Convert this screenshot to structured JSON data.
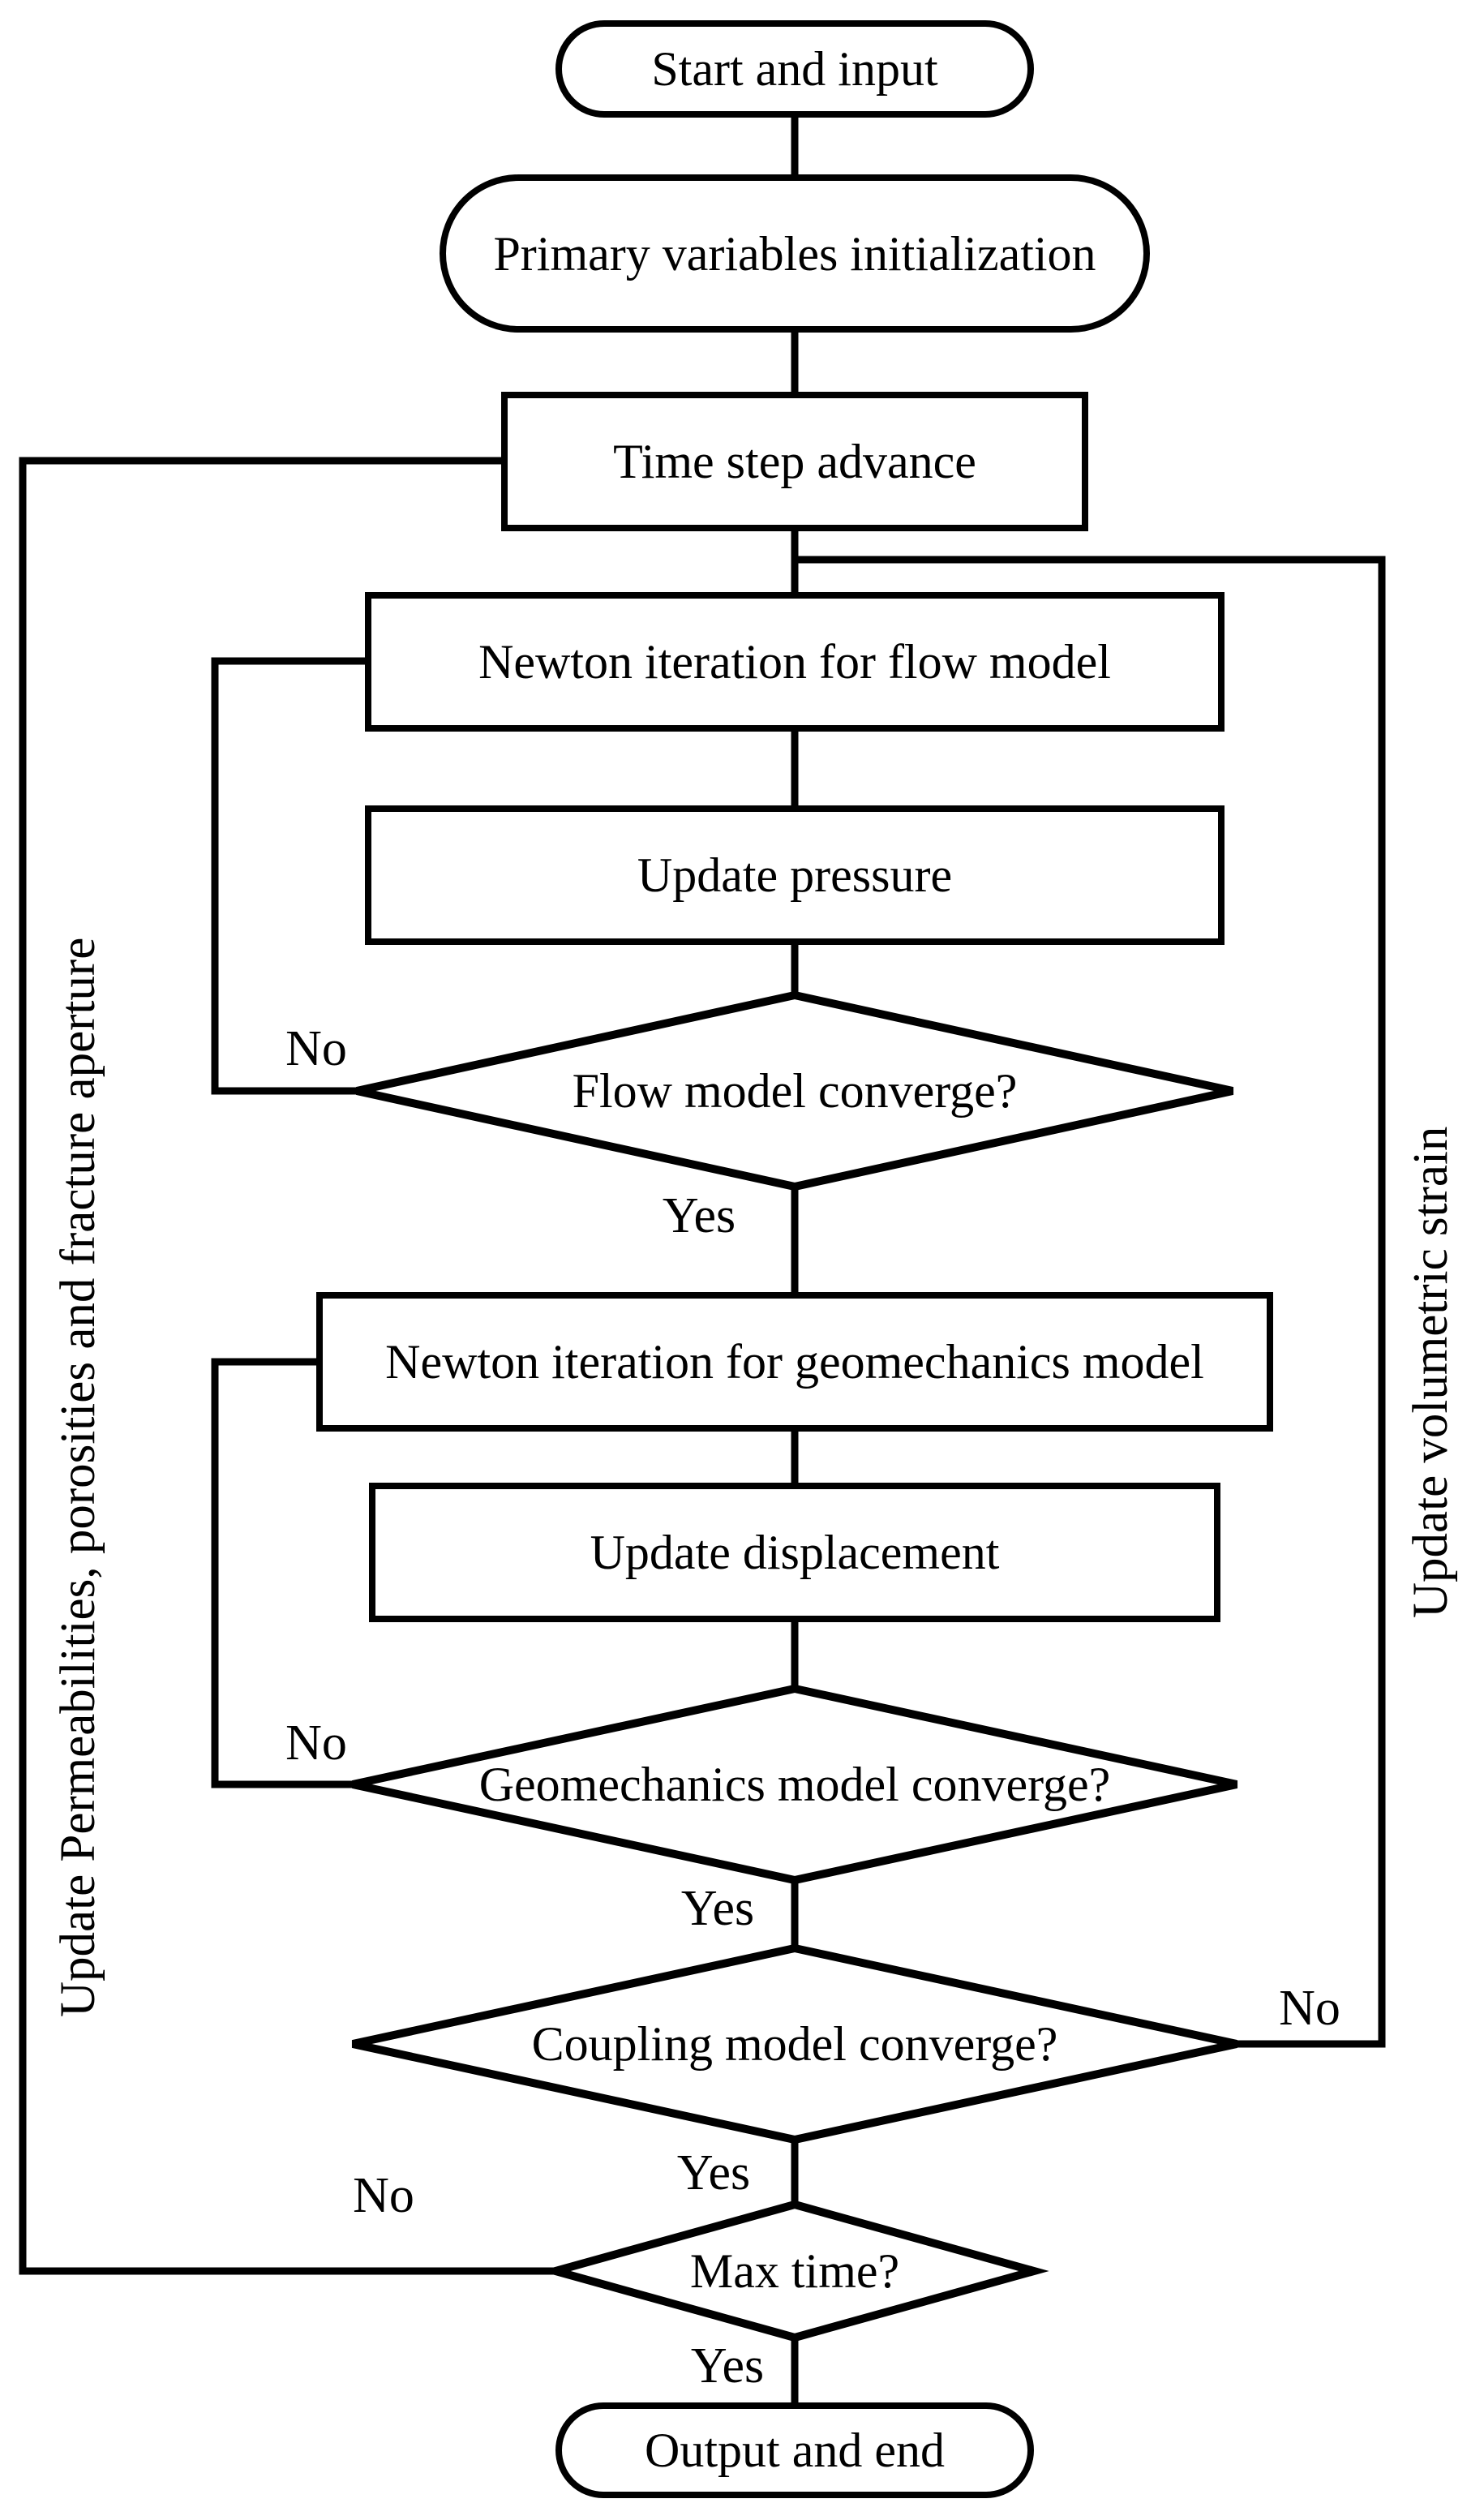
{
  "nodes": {
    "start": "Start and input",
    "primary_init": "Primary variables initialization",
    "time_step": "Time step advance",
    "newton_flow": "Newton iteration for flow model",
    "update_pressure": "Update pressure",
    "flow_converge": "Flow model converge?",
    "newton_geo": "Newton iteration for geomechanics model",
    "update_displacement": "Update displacement",
    "geo_converge": "Geomechanics model converge?",
    "coupling_converge": "Coupling model converge?",
    "max_time": "Max time?",
    "output": "Output and end"
  },
  "edge_labels": {
    "flow_no": "No",
    "flow_yes": "Yes",
    "geo_no": "No",
    "geo_yes": "Yes",
    "coupling_no": "No",
    "coupling_yes": "Yes",
    "max_no": "No",
    "max_yes": "Yes"
  },
  "side_labels": {
    "left": "Update Permeabilities, porosities and fracture aperture",
    "right": "Update volumetric strain"
  },
  "colors": {
    "ink": "#000000",
    "background": "#ffffff"
  }
}
